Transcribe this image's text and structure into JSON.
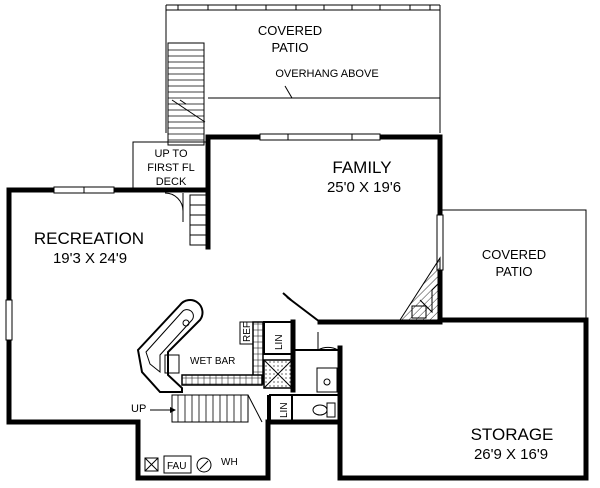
{
  "rooms": {
    "covered_patio_top": [
      "COVERED",
      "PATIO"
    ],
    "overhang": "OVERHANG ABOVE",
    "up_to_deck": [
      "UP TO",
      "FIRST FL",
      "DECK"
    ],
    "family": {
      "name": "FAMILY",
      "dims": "25'0 X 19'6"
    },
    "recreation": {
      "name": "RECREATION",
      "dims": "19'3 X 24'9"
    },
    "covered_patio_right": [
      "COVERED",
      "PATIO"
    ],
    "storage": {
      "name": "STORAGE",
      "dims": "26'9 X 16'9"
    }
  },
  "fixtures": {
    "wet_bar": "WET BAR",
    "ref": "REF",
    "lin_upper": "LIN",
    "lin_lower": "LIN",
    "up": "UP",
    "fau": "FAU",
    "wh": "WH"
  }
}
